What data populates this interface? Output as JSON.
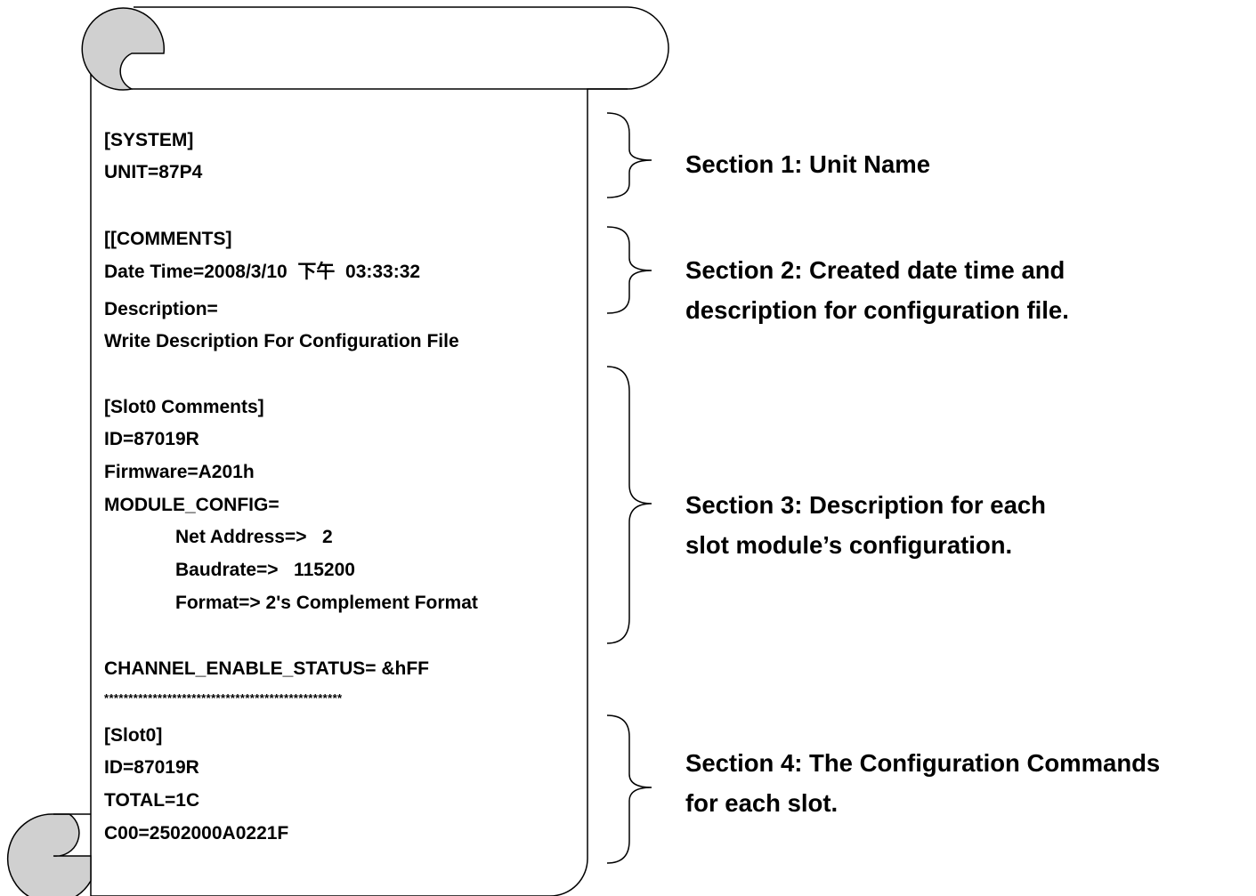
{
  "scroll": {
    "fill_color": "#d0d0d0",
    "stroke_color": "#000000",
    "lines": [
      {
        "text": "[SYSTEM]"
      },
      {
        "text": "UNIT=87P4"
      },
      {
        "text": "[[COMMENTS]"
      },
      {
        "text": "Date Time=2008/3/10  下午  03:33:32"
      },
      {
        "text": "Description="
      },
      {
        "text": "Write Description For Configuration File"
      },
      {
        "text": "[Slot0 Comments]"
      },
      {
        "text": "ID=87019R"
      },
      {
        "text": "Firmware=A201h"
      },
      {
        "text": "MODULE_CONFIG="
      },
      {
        "text": "Net Address=>   2"
      },
      {
        "text": "Baudrate=>   115200"
      },
      {
        "text": "Format=> 2's Complement Format"
      },
      {
        "text": "CHANNEL_ENABLE_STATUS= &hFF"
      },
      {
        "text": "*************************************************"
      },
      {
        "text": "[Slot0]"
      },
      {
        "text": "ID=87019R"
      },
      {
        "text": "TOTAL=1C"
      },
      {
        "text": "C00=2502000A0221F"
      }
    ]
  },
  "sections": [
    {
      "line1": "Section 1: Unit Name",
      "line2": ""
    },
    {
      "line1": "Section 2: Created date time and",
      "line2": "description for configuration file."
    },
    {
      "line1": "Section 3: Description for each",
      "line2": "slot module’s configuration."
    },
    {
      "line1": "Section 4: The Configuration Commands",
      "line2": "for each slot."
    }
  ]
}
